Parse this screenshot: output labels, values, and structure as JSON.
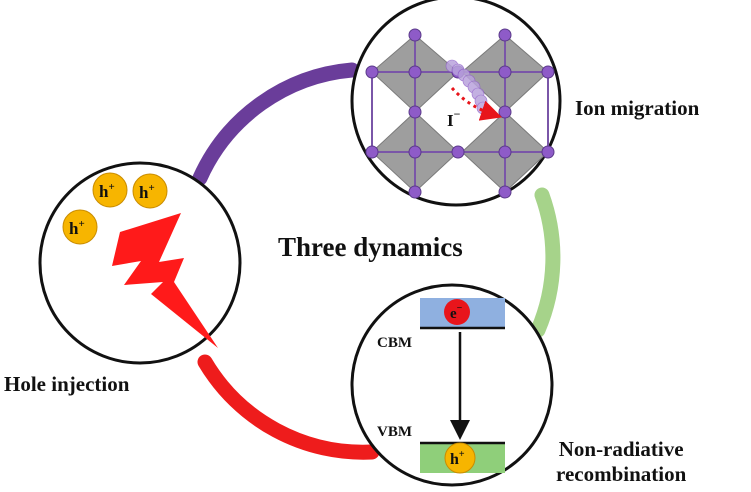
{
  "title": "Three dynamics",
  "labels": {
    "ion_migration": "Ion migration",
    "hole_injection": "Hole injection",
    "non_radiative_line1": "Non-radiative",
    "non_radiative_line2": "recombination"
  },
  "lattice": {
    "ion": "I",
    "ion_charge": "−"
  },
  "band": {
    "cbm": "CBM",
    "vbm": "VBM",
    "electron": "e",
    "electron_charge": "−"
  },
  "holes": {
    "symbol": "h",
    "charge": "+"
  },
  "colors": {
    "arc_purple": "#6a3d9a",
    "arc_green": "#a6d38a",
    "arc_red": "#ee1c1c",
    "hole_yellow": "#f7b500",
    "lightning_red": "#ff1a1a",
    "octahedron_gray": "#9e9e9e",
    "atom_purple": "#8e5bc8",
    "cb_blue": "#8fb0e0",
    "vb_green": "#8fcf7a",
    "electron_red": "#e8151b"
  }
}
